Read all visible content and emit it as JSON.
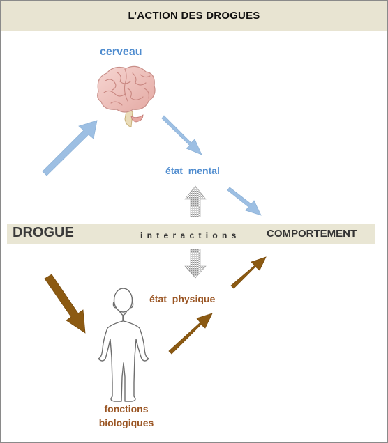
{
  "header": {
    "title": "L’ACTION DES DROGUES"
  },
  "diagram": {
    "cerveau": "cerveau",
    "etat_mental": "état mental",
    "drogue": "DROGUE",
    "interactions": "interactions",
    "comportement": "COMPORTEMENT",
    "etat_physique": "état physique",
    "fonctions_line1": "fonctions",
    "fonctions_line2": "biologiques"
  },
  "colors": {
    "blue_arrow": "#9dbfe3",
    "blue_text": "#4f8ccf",
    "brown_arrow": "#8c5a12",
    "brown_text": "#9a5523",
    "band": "#e9e6d4",
    "header_bg": "#e8e4d2"
  },
  "icons": [
    "brain-icon",
    "human-figure-icon"
  ]
}
